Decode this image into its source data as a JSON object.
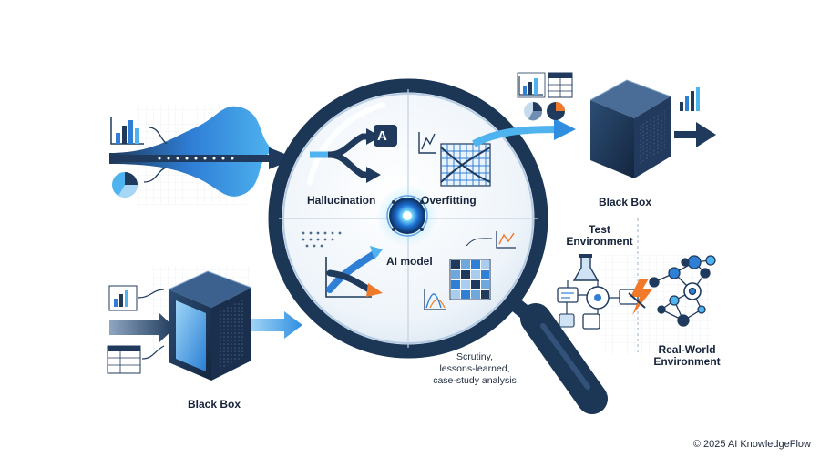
{
  "labels": {
    "hallucination": "Hallucination",
    "overfitting": "Overfitting",
    "ai_model": "AI model",
    "black_box_top": "Black Box",
    "black_box_bottom": "Black Box",
    "test_env_line1": "Test",
    "test_env_line2": "Environment",
    "real_env_line1": "Real-World",
    "real_env_line2": "Environment",
    "scrutiny_line1": "Scrutiny,",
    "scrutiny_line2": "lessons-learned,",
    "scrutiny_line3": "case-study analysis",
    "copyright": "© 2025 AI KnowledgeFlow",
    "letter_badge": "A"
  },
  "colors": {
    "navy": "#1f3a5c",
    "deep_navy": "#16294a",
    "blue": "#2f7fd6",
    "light_blue": "#4fb3ef",
    "accent_orange": "#f07a2a",
    "text": "#17233a"
  },
  "icons": [
    "bar-chart-icon",
    "pie-chart-icon",
    "table-icon",
    "cube-icon",
    "magnifier-icon",
    "ai-core-icon",
    "neural-network-icon",
    "flask-icon",
    "lightning-icon",
    "heatmap-icon",
    "line-chart-icon"
  ]
}
